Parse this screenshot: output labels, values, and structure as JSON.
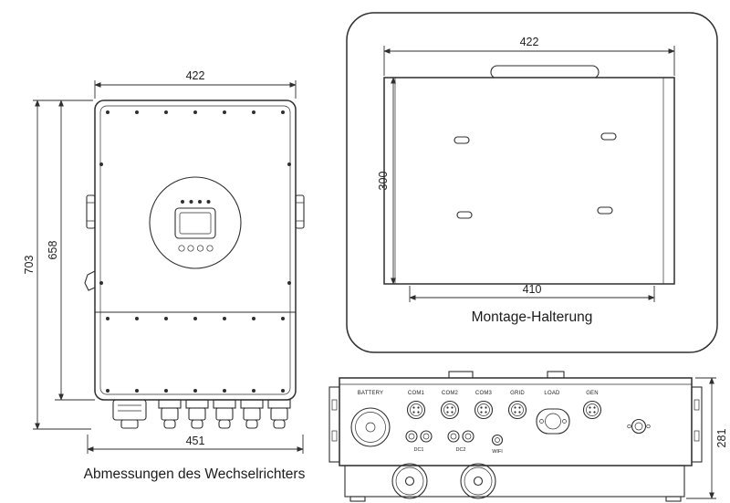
{
  "colors": {
    "line": "#2f2f2f",
    "background": "#ffffff"
  },
  "front_view": {
    "caption": "Abmessungen des Wechselrichters",
    "dims": {
      "width_top": "422",
      "height_total": "703",
      "height_body": "658",
      "width_bottom": "451"
    }
  },
  "bracket_view": {
    "caption": "Montage-Halterung",
    "dims": {
      "width_top": "422",
      "height": "300",
      "width_bottom": "410"
    }
  },
  "bottom_view": {
    "dims": {
      "depth": "281"
    },
    "port_labels": [
      "BATTERY",
      "COM1",
      "COM2",
      "COM3",
      "GRID",
      "LOAD",
      "GEN"
    ],
    "small_labels": {
      "dc1": "DC1",
      "dc2": "DC2",
      "wifi": "WIFI"
    }
  }
}
